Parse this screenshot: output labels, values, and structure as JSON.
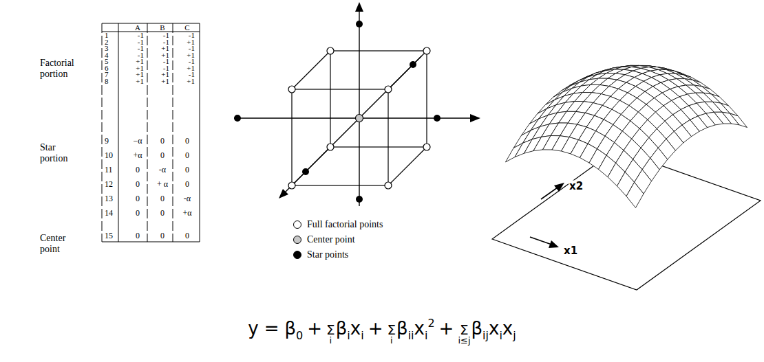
{
  "diagram": {
    "labels": [
      "Factorial portion",
      "Star portion",
      "Center point",
      "A",
      "B",
      "C",
      "1",
      "-1",
      "-1",
      "-1",
      "2",
      "-1",
      "-1",
      "+1",
      "3",
      "-1",
      "+1",
      "-1",
      "4",
      "-1",
      "+1",
      "+1",
      "5",
      "+1",
      "-1",
      "-1",
      "6",
      "+1",
      "-1",
      "+1",
      "7",
      "+1",
      "+1",
      "-1",
      "8",
      "+1",
      "+1",
      "+1",
      "9",
      "−α",
      "0",
      "0",
      "10",
      "+α",
      "0",
      "0",
      "11",
      "0",
      "-α",
      "0",
      "12",
      "0",
      "+ α",
      "0",
      "13",
      "0",
      "0",
      "-α",
      "14",
      "0",
      "0",
      "+α",
      "15",
      "0",
      "0",
      "0",
      "x2",
      "x1",
      "y",
      "=",
      "β",
      "0",
      "+",
      "Σ",
      "i",
      "β",
      "i",
      "x",
      "i",
      "+",
      "Σ",
      "i",
      "β",
      "ii",
      "x",
      "i",
      "2",
      "+",
      "Σ",
      "i≤j",
      "β",
      "ij",
      "x",
      "i",
      "x",
      "j"
    ],
    "legend": [
      {
        "text": "Full factorial points",
        "color": "#ffffff"
      },
      {
        "text": "Center point",
        "color": "#c8c8c8"
      },
      {
        "text": "Star points",
        "color": "#000000"
      }
    ]
  }
}
